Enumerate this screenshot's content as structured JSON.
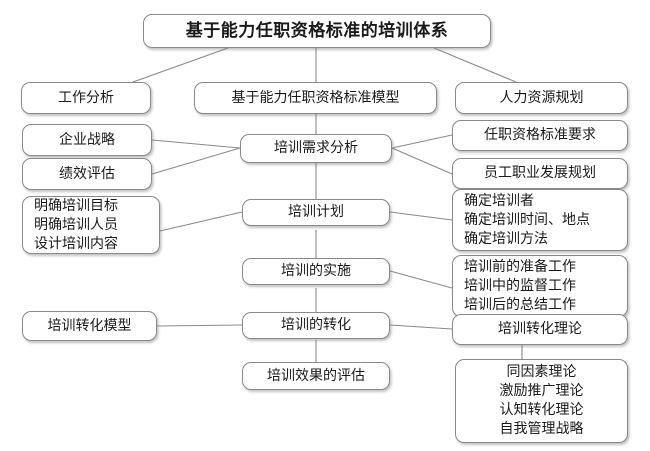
{
  "diagram": {
    "title": "基于能力任职资格标准的培训体系",
    "background_color": "#ffffff",
    "border_color": "#8a8a8a",
    "text_color": "#1a1a1a",
    "nodes": {
      "title": {
        "label": "基于能力任职资格标准的培训体系"
      },
      "job_analysis": {
        "label": "工作分析"
      },
      "competency_model": {
        "label": "基于能力任职资格标准模型"
      },
      "hr_planning": {
        "label": "人力资源规划"
      },
      "corporate_strategy": {
        "label": "企业战略"
      },
      "performance_appraisal": {
        "label": "绩效评估"
      },
      "training_needs_analysis": {
        "label": "培训需求分析"
      },
      "qualification_requirements": {
        "label": "任职资格标准要求"
      },
      "career_development_plan": {
        "label": "员工职业发展规划"
      },
      "training_goals": {
        "line1": "明确培训目标",
        "line2": "明确培训人员",
        "line3": "设计培训内容"
      },
      "training_plan": {
        "label": "培训计划"
      },
      "plan_details": {
        "line1": "确定培训者",
        "line2": "确定培训时间、地点",
        "line3": "确定培训方法"
      },
      "training_implementation": {
        "label": "培训的实施"
      },
      "implementation_details": {
        "line1": "培训前的准备工作",
        "line2": "培训中的监督工作",
        "line3": "培训后的总结工作"
      },
      "transfer_model": {
        "label": "培训转化模型"
      },
      "training_transfer": {
        "label": "培训的转化"
      },
      "transfer_theory": {
        "label": "培训转化理论"
      },
      "training_evaluation": {
        "label": "培训效果的评估"
      },
      "theories": {
        "line1": "同因素理论",
        "line2": "激励推广理论",
        "line3": "认知转化理论",
        "line4": "自我管理战略"
      }
    }
  }
}
